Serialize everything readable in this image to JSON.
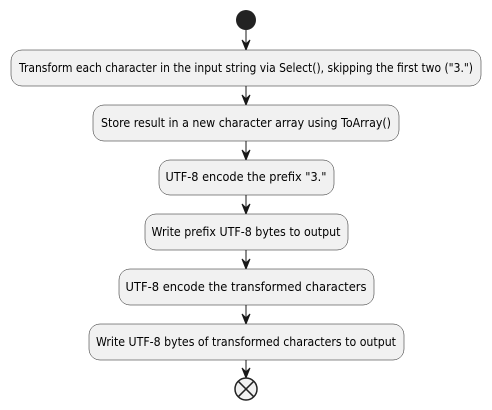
{
  "diagram": {
    "type": "activity",
    "colors": {
      "box_fill": "#f1f1f1",
      "border": "#181818",
      "start_node": "#222222",
      "end_node_fill": "#f1f1f1",
      "end_node_stroke": "#222222",
      "text": "#000000"
    },
    "start": {
      "kind": "start"
    },
    "steps": [
      {
        "id": "step-1",
        "label": "Transform each character in the input string via Select(), skipping the first two (\"3.\")"
      },
      {
        "id": "step-2",
        "label": "Store result in a new character array using ToArray()"
      },
      {
        "id": "step-3",
        "label": "UTF-8 encode the prefix \"3.\""
      },
      {
        "id": "step-4",
        "label": "Write prefix UTF-8 bytes to output"
      },
      {
        "id": "step-5",
        "label": "UTF-8 encode the transformed characters"
      },
      {
        "id": "step-6",
        "label": "Write UTF-8 bytes of transformed characters to output"
      }
    ],
    "end": {
      "kind": "end"
    }
  }
}
